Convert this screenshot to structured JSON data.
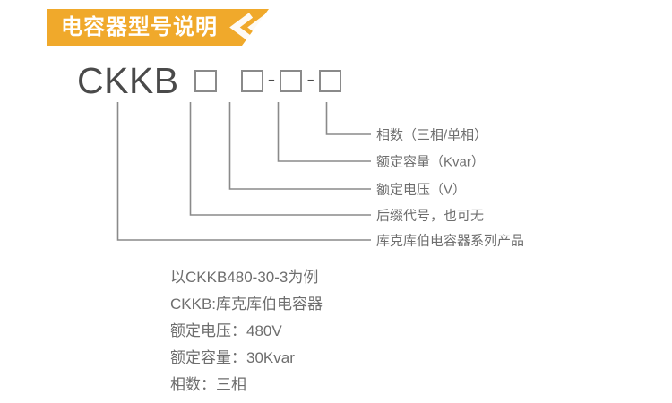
{
  "banner": {
    "title": "电容器型号说明",
    "bg_color": "#F0A92B",
    "text_color": "#FFFFFF",
    "chevron_icon": "double-chevron-left-icon"
  },
  "model_code": {
    "prefix": "CKKB",
    "boxes": [
      "",
      "",
      "",
      ""
    ],
    "separator": "-",
    "text_color": "#4A4A4A",
    "box_border_color": "#8A8A8A"
  },
  "callouts": [
    {
      "id": "phase-count",
      "label": "相数（三相/单相）"
    },
    {
      "id": "rated-power",
      "label": "额定容量（Kvar）"
    },
    {
      "id": "rated-voltage",
      "label": "额定电压（V）"
    },
    {
      "id": "suffix-code",
      "label": "后缀代号，也可无"
    },
    {
      "id": "series",
      "label": "库克库伯电容器系列产品"
    }
  ],
  "example": {
    "lines": [
      "以CKKB480-30-3为例",
      "CKKB:库克库伯电容器",
      "额定电压：480V",
      "额定容量：30Kvar",
      "相数：三相"
    ]
  },
  "line_color": "#8A8A8A",
  "label_color": "#6E6E6E"
}
